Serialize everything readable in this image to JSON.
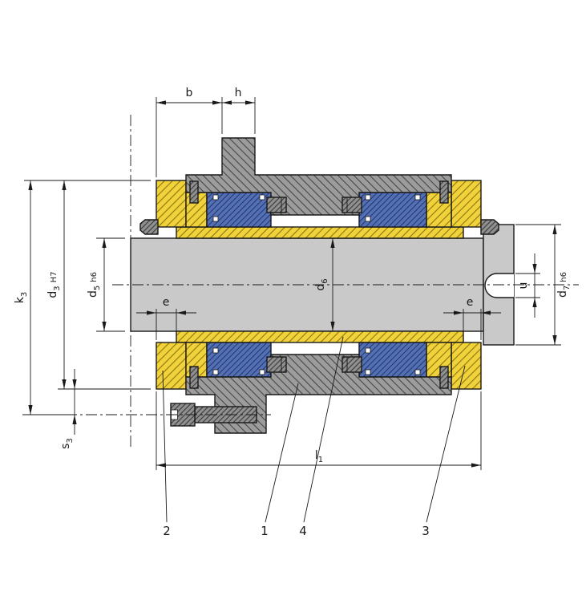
{
  "drawing": {
    "type": "technical-section-drawing",
    "colors": {
      "background": "#ffffff",
      "outline": "#1a1a1a",
      "shaft": "#c9c9c9",
      "gray_part": "#9c9c9c",
      "yellow_part": "#f1d23b",
      "blue_part": "#5470b4",
      "screw_part": "#909090"
    },
    "dims": {
      "b": {
        "main": "b"
      },
      "h": {
        "main": "h"
      },
      "k3": {
        "main": "k",
        "sub": "3"
      },
      "d3": {
        "main": "d",
        "sub": "3",
        "tol": "H7"
      },
      "d5": {
        "main": "d",
        "sub": "5",
        "tol": "h6"
      },
      "d6": {
        "main": "d",
        "sub": "6"
      },
      "d7": {
        "main": "d",
        "sub": "7",
        "tol": "h6"
      },
      "e_left": {
        "main": "e"
      },
      "e_right": {
        "main": "e"
      },
      "u": {
        "main": "u"
      },
      "s3": {
        "main": "s",
        "sub": "3"
      },
      "l1": {
        "main": "l",
        "sub": "1"
      }
    },
    "parts": {
      "item_1": "1",
      "item_2": "2",
      "item_3": "3",
      "item_4": "4"
    }
  }
}
